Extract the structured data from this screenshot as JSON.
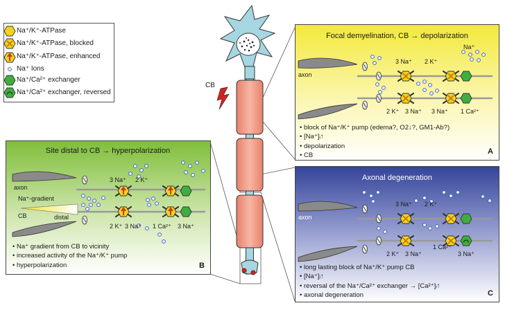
{
  "legend": {
    "items": [
      {
        "label": "Na⁺/K⁺-ATPase"
      },
      {
        "label": "Na⁺/K⁺-ATPase, blocked"
      },
      {
        "label": "Na⁺/K⁺-ATPase, enhanced"
      },
      {
        "label": "Na⁺ Ions"
      },
      {
        "label": "Na⁺/Ca²⁺ exchanger"
      },
      {
        "label": "Na⁺/Ca²⁺ exchanger, reversed"
      }
    ]
  },
  "neuron": {
    "cb_label": "CB"
  },
  "panel_a": {
    "title": "Focal demyelination, CB → depolarization",
    "letter": "A",
    "axon_label": "axon",
    "ion_labels": {
      "top_na": "3 Na⁺",
      "top_k": "2 K⁺",
      "top_right_na": "Na⁺",
      "bottom_k": "2 K⁺",
      "bottom_na": "3 Na⁺",
      "bottom_na2": "3 Na⁺",
      "bottom_ca": "1 Ca²⁺"
    },
    "bullets": [
      "• block of Na⁺/K⁺ pump (edema?, O2↓?, GM1-Ab?)",
      "• [Na⁺]ᵢ↑",
      "• depolarization",
      "• CB"
    ],
    "colors": {
      "top": "#f3e93a",
      "bottom": "#ffffff"
    }
  },
  "panel_b": {
    "title": "Site distal to CB → hyperpolarization",
    "letter": "B",
    "axon_label": "axon",
    "gradient_label": "Na⁺-gradient",
    "cb_label": "CB",
    "distal_label": "distal",
    "ion_labels": {
      "top_na": "3 Na⁺",
      "top_k": "2 K⁺",
      "bottom_k": "2 K⁺",
      "bottom_na": "3 Na⁺",
      "bottom_ca": "1 Ca²⁺",
      "bottom_na2": "3 Na⁺"
    },
    "bullets": [
      "• Na⁺ gradient from CB to vicinity",
      "• increased activity of the Na⁺/K⁺ pump",
      "• hyperpolarization"
    ],
    "colors": {
      "top": "#7fbe3a",
      "bottom": "#ffffff"
    }
  },
  "panel_c": {
    "title": "Axonal degeneration",
    "letter": "C",
    "axon_label": "axon",
    "ion_labels": {
      "top_na": "3 Na⁺",
      "top_k": "2 K⁺",
      "bottom_k": "2 K⁺",
      "bottom_na": "3 Na⁺",
      "bottom_ca": "1 Ca²⁺",
      "bottom_na2": "3 Na⁺"
    },
    "bullets": [
      "• long lasting block of Na⁺/K⁺ pump CB",
      "• [Na⁺]ᵢ↑",
      "• reversal of the Na⁺/Ca²⁺ exchanger → [Ca²⁺]ᵢ↑",
      "• axonal degeneration"
    ],
    "colors": {
      "top": "#3d4ca0",
      "bottom": "#ffffff"
    }
  }
}
